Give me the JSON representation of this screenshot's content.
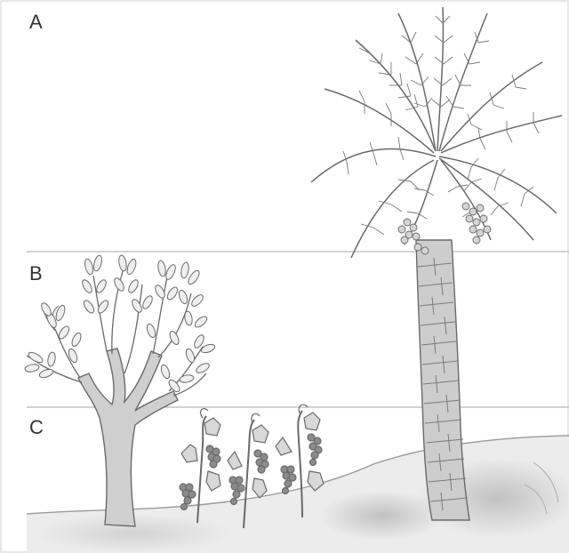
{
  "layers": {
    "a": "A",
    "b": "B",
    "c": "C"
  },
  "colors": {
    "ink": "#5a5a5a",
    "shade": "#b5b5b5",
    "ground": "#d3d3d3",
    "leaf": "#c8c8c8"
  }
}
